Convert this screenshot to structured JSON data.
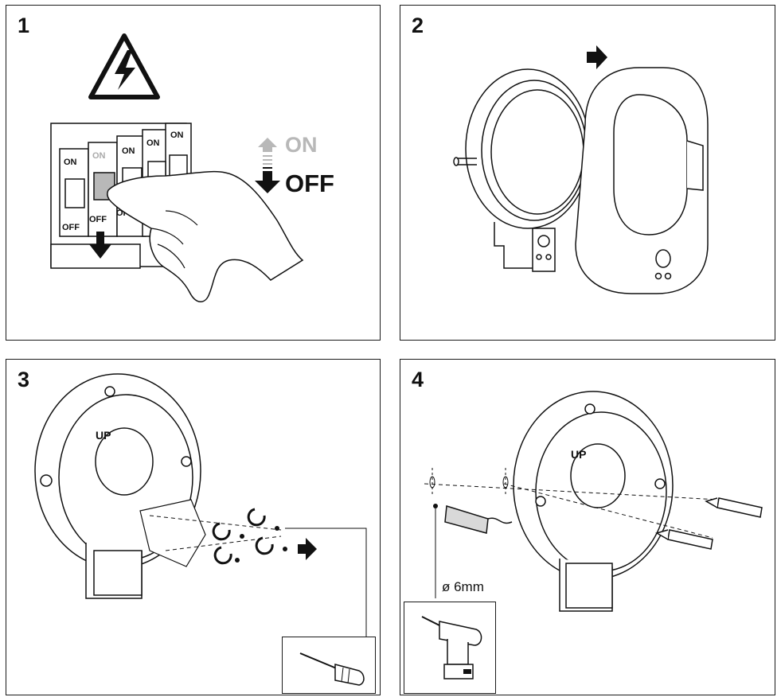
{
  "panels": [
    {
      "step": "1"
    },
    {
      "step": "2"
    },
    {
      "step": "3"
    },
    {
      "step": "4"
    }
  ],
  "switches": {
    "top_labels": [
      "ON",
      "ON",
      "ON",
      "ON",
      "ON"
    ],
    "bottom_labels": [
      "OFF",
      "OFF",
      "OFF"
    ]
  },
  "indicator": {
    "on_label": "ON",
    "off_label": "OFF"
  },
  "mount": {
    "up_label": "UP"
  },
  "drill": {
    "diameter_label": "ø 6mm"
  },
  "colors": {
    "line": "#1a1a1a",
    "grey": "#b8b8b8",
    "shade": "#d9d9d9"
  }
}
